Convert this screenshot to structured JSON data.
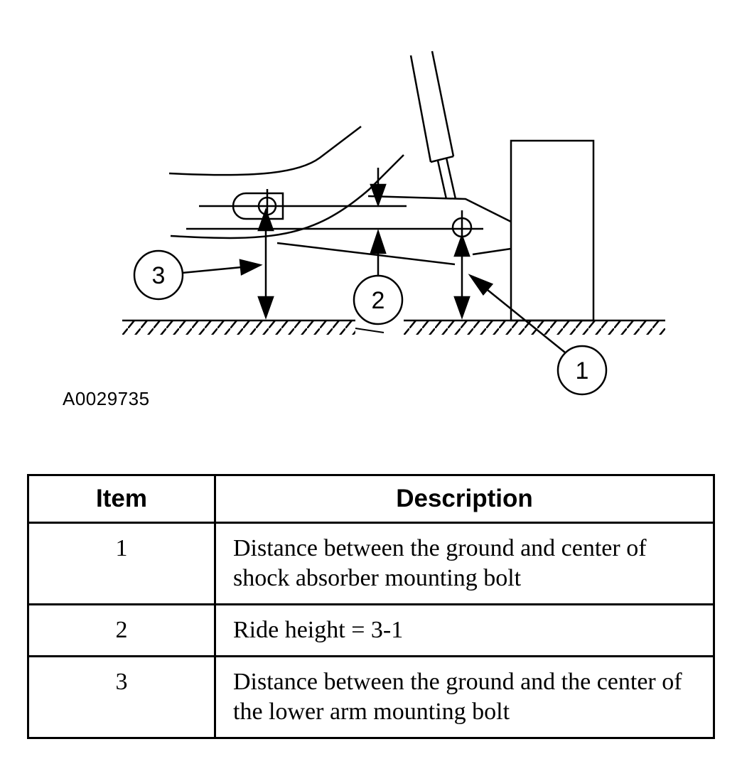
{
  "figure_id": "A0029735",
  "callouts": [
    "1",
    "2",
    "3"
  ],
  "table": {
    "headers": [
      "Item",
      "Description"
    ],
    "rows": [
      {
        "item": "1",
        "description": "Distance between the ground and center of shock absorber mounting bolt"
      },
      {
        "item": "2",
        "description": "Ride height = 3-1"
      },
      {
        "item": "3",
        "description": "Distance between the ground and the center of the lower arm mounting bolt"
      }
    ]
  }
}
